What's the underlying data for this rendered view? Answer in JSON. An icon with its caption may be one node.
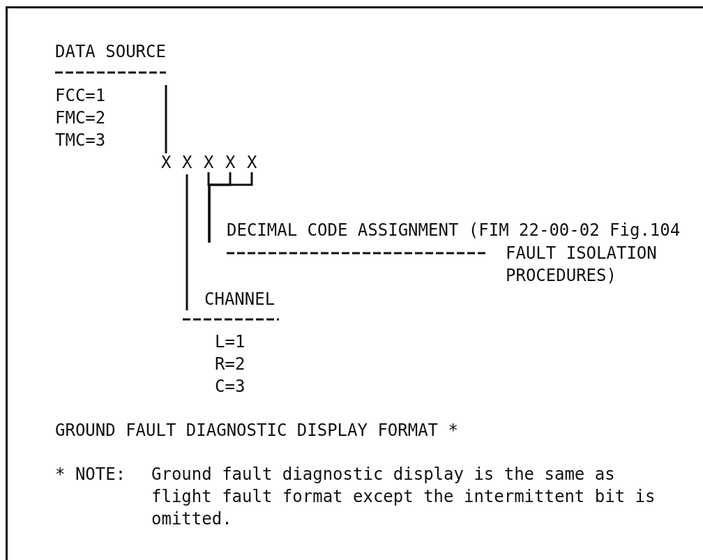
{
  "diagram": {
    "caption": "GROUND FAULT DIAGNOSTIC DISPLAY FORMAT *",
    "nodes": [
      {
        "text": [
          "DATA SOURCE",
          "FCC=1",
          "FMC=2",
          "TMC=3"
        ]
      },
      {
        "text": [
          "X"
        ]
      },
      {
        "text": [
          "X"
        ]
      },
      {
        "text": [
          "X"
        ]
      },
      {
        "text": [
          "X"
        ]
      },
      {
        "text": [
          "X"
        ]
      },
      {
        "text": [
          "DECIMAL CODE ASSIGNMENT (FIM 22-00-02 Fig.104",
          "FAULT ISOLATION PROCEDURES)"
        ]
      },
      {
        "text": [
          "CHANNEL",
          "L=1",
          "R=2",
          "C=3"
        ]
      }
    ],
    "edges": [
      {
        "from": 0,
        "to": 1,
        "arrow": "none"
      },
      {
        "from": 7,
        "to": 2,
        "arrow": "none"
      },
      {
        "from": 6,
        "to": 3,
        "arrow": "none"
      },
      {
        "from": 6,
        "to": 4,
        "arrow": "none"
      },
      {
        "from": 6,
        "to": 5,
        "arrow": "none"
      }
    ],
    "labels": [
      "* NOTE:",
      "Ground fault diagnostic display is the same as flight fault format except the intermittent bit is omitted."
    ]
  }
}
